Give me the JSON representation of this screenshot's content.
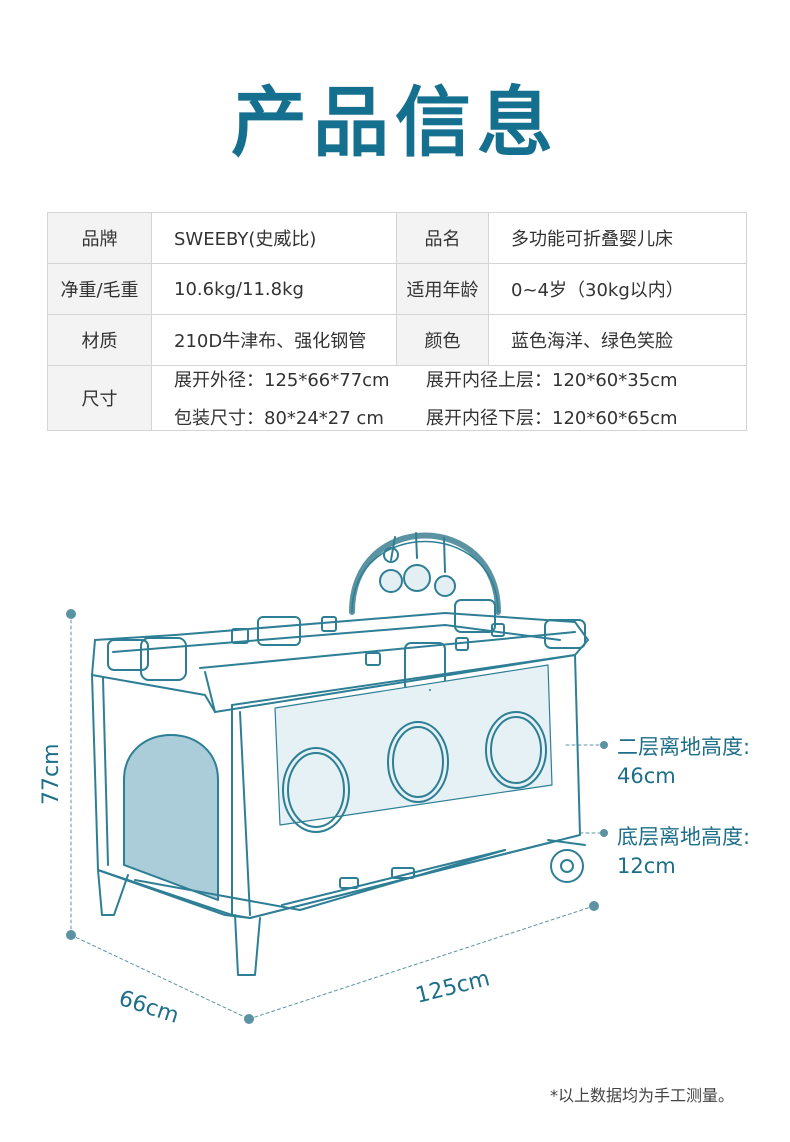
{
  "title": "产品信息",
  "table": {
    "row1": {
      "l1": "品牌",
      "v1": "SWEEBY(史威比)",
      "l2": "品名",
      "v2": "多功能可折叠婴儿床"
    },
    "row2": {
      "l1": "净重/毛重",
      "v1": "10.6kg/11.8kg",
      "l2": "适用年龄",
      "v2": "0~4岁（30kg以内）"
    },
    "row3": {
      "l1": "材质",
      "v1": "210D牛津布、强化钢管",
      "l2": "颜色",
      "v2": "蓝色海洋、绿色笑脸"
    },
    "row4": {
      "l1": "尺寸",
      "d1": "展开外径：125*66*77cm",
      "d2": "展开内径上层：120*60*35cm",
      "d3": "包装尺寸：80*24*27 cm",
      "d4": "展开内径下层：120*60*65cm"
    }
  },
  "dimensions": {
    "height": "77cm",
    "width": "66cm",
    "length": "125cm",
    "second_layer_label": "二层离地高度:",
    "second_layer_value": "46cm",
    "bottom_layer_label": "底层离地高度:",
    "bottom_layer_value": "12cm"
  },
  "note": "*以上数据均为手工测量。",
  "colors": {
    "accent": "#15708f",
    "line": "#2e7f95",
    "fill": "#8fbccc"
  }
}
